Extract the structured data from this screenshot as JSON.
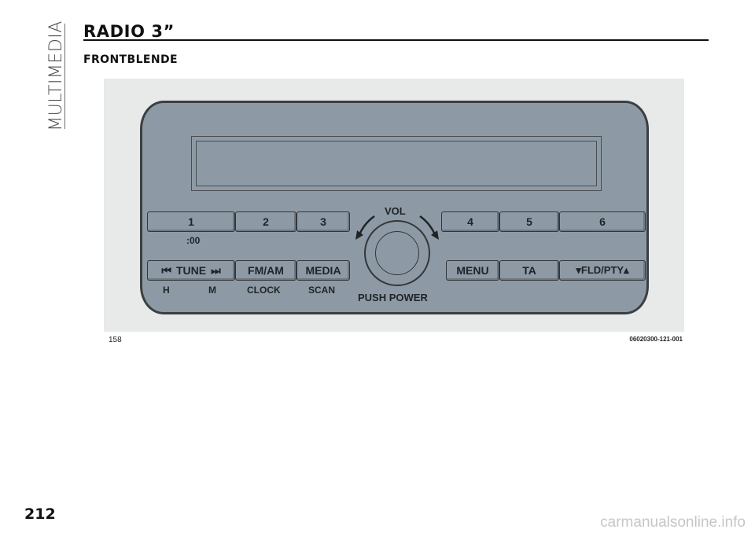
{
  "section": {
    "side_label": "MULTIMEDIA"
  },
  "heading": {
    "title": "RADIO 3”",
    "subtitle": "FRONTBLENDE"
  },
  "figure": {
    "number": "158",
    "code": "06020300-121-001",
    "radio": {
      "presets_left": [
        "1",
        "2",
        "3"
      ],
      "presets_right": [
        "4",
        "5",
        "6"
      ],
      "preset_1_sublabel": ":00",
      "tune_label": "TUNE",
      "tune_prev_icon": "⏮",
      "tune_next_icon": "⏭",
      "fm_am_label": "FM/AM",
      "media_label": "MEDIA",
      "menu_label": "MENU",
      "ta_label": "TA",
      "fld_pty_label": "▾FLD/PTY▴",
      "sub_h": "H",
      "sub_m": "M",
      "sub_clock": "CLOCK",
      "sub_scan": "SCAN",
      "vol_label": "VOL",
      "push_power_label": "PUSH POWER"
    }
  },
  "footer": {
    "page_number": "212",
    "watermark": "carmanualsonline.info"
  }
}
